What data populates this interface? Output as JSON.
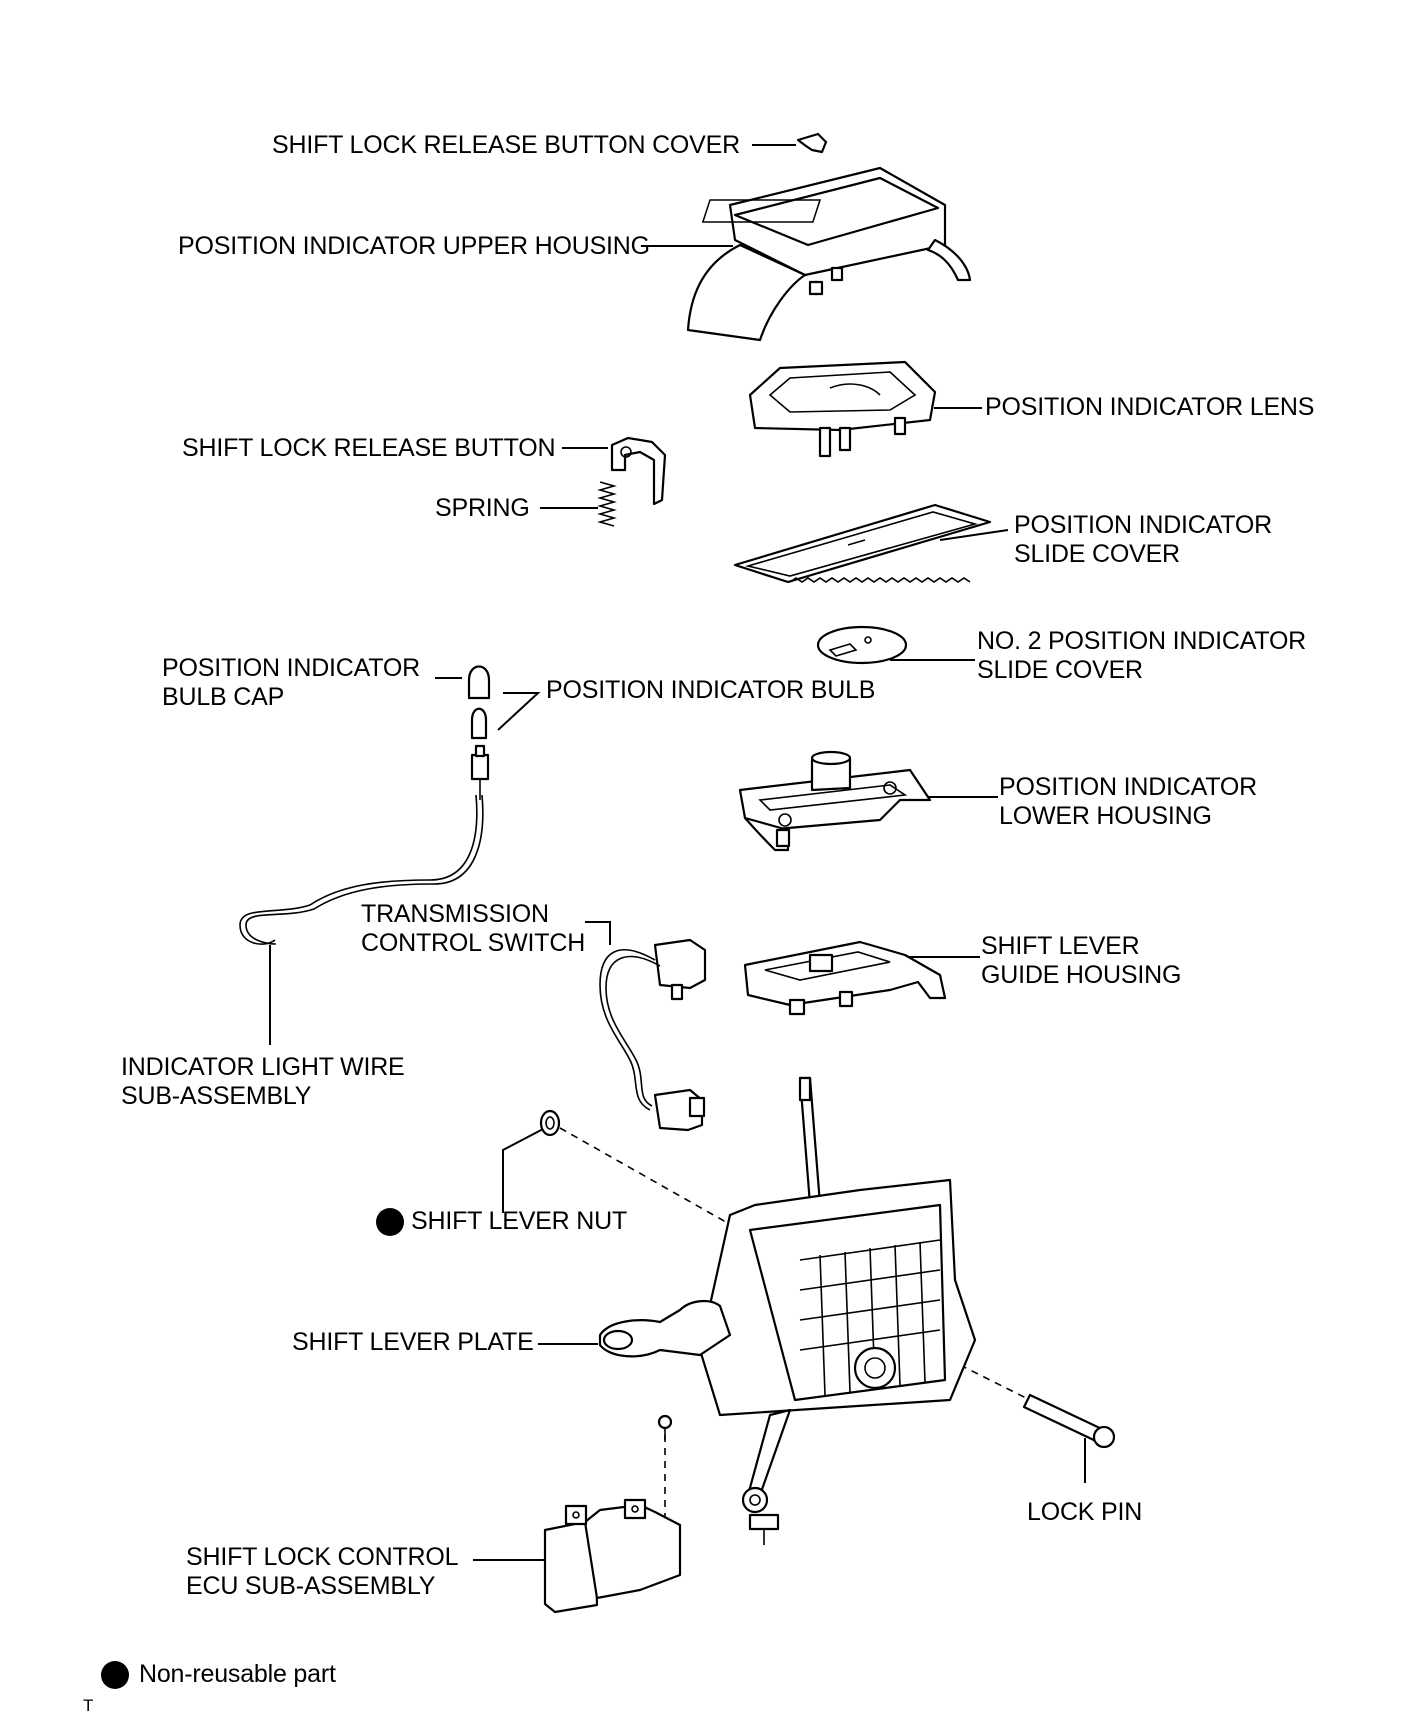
{
  "labels": {
    "shift_lock_release_button_cover": "SHIFT LOCK RELEASE BUTTON COVER",
    "position_indicator_upper_housing": "POSITION INDICATOR UPPER HOUSING",
    "position_indicator_lens": "POSITION INDICATOR LENS",
    "shift_lock_release_button": "SHIFT LOCK RELEASE BUTTON",
    "spring": "SPRING",
    "position_indicator_slide_cover": "POSITION INDICATOR\nSLIDE COVER",
    "no2_position_indicator_slide_cover": "NO. 2 POSITION INDICATOR\nSLIDE COVER",
    "position_indicator_bulb_cap": "POSITION INDICATOR\nBULB CAP",
    "position_indicator_bulb": "POSITION INDICATOR BULB",
    "position_indicator_lower_housing": "POSITION INDICATOR\nLOWER HOUSING",
    "transmission_control_switch": "TRANSMISSION\nCONTROL SWITCH",
    "shift_lever_guide_housing": "SHIFT LEVER\nGUIDE HOUSING",
    "indicator_light_wire_sub_assembly": "INDICATOR LIGHT WIRE\nSUB-ASSEMBLY",
    "shift_lever_nut": "SHIFT LEVER NUT",
    "shift_lever_plate": "SHIFT LEVER PLATE",
    "lock_pin": "LOCK PIN",
    "shift_lock_control_ecu_sub_assembly": "SHIFT LOCK CONTROL\nECU SUB-ASSEMBLY"
  },
  "legend": {
    "non_reusable_part": "Non-reusable part"
  },
  "footer": {
    "code": "T"
  }
}
